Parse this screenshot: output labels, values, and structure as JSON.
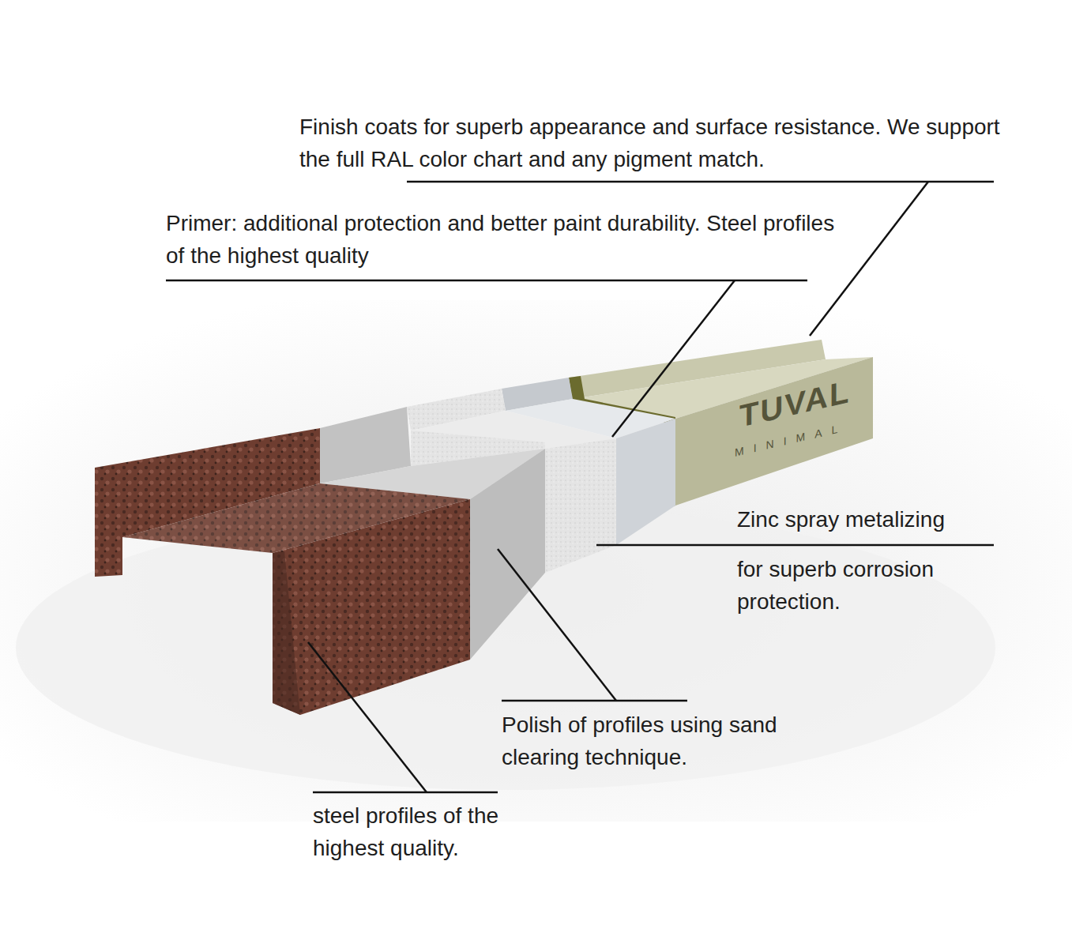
{
  "diagram": {
    "labels": [
      "Finish coats for superb appearance and surface resistance. We support the full RAL color chart and any pigment match.",
      "Primer: additional protection and better paint durability. Steel profiles of the highest quality",
      "Zinc spray metalizing",
      "for superb corrosion protection.",
      "Polish of profiles using sand clearing technique.",
      "steel profiles of the highest quality.",
      "TUVAL",
      "MINIMAL"
    ]
  }
}
